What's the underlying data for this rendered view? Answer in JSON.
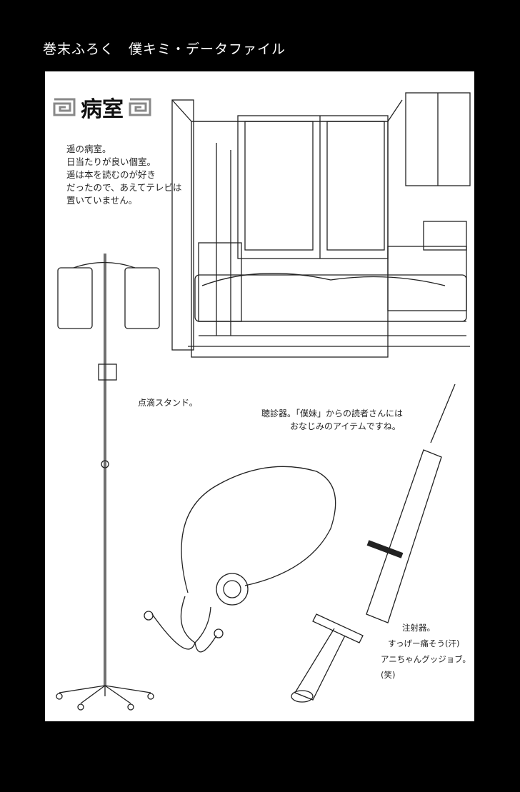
{
  "header": {
    "title": "巻末ふろく　僕キミ・データファイル"
  },
  "section": {
    "title": "病室"
  },
  "notes": {
    "room": [
      "遥の病室。",
      "日当たりが良い個室。",
      "遥は本を読むのが好き",
      "だったので、あえてテレビは",
      "置いていません。"
    ],
    "iv_stand": "点滴スタンド。",
    "stethoscope": [
      "聴診器。「僕妹」からの読者さんには",
      "おなじみのアイテムですね。"
    ],
    "syringe": [
      "注射器。",
      "すっげー痛そう(汗)",
      "アニちゃんグッジョブ。(笑)"
    ]
  }
}
